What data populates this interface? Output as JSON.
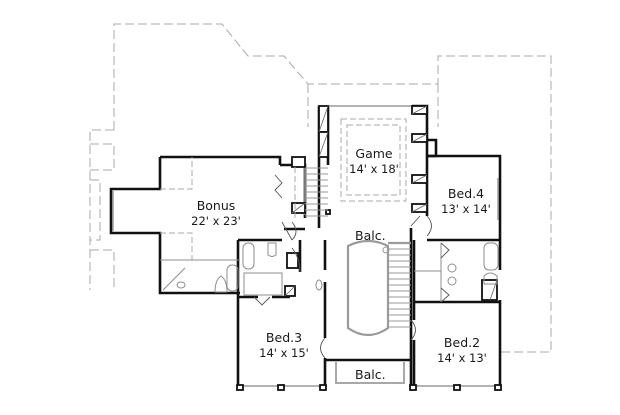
{
  "plan": {
    "type": "second floor plan",
    "rooms": [
      {
        "id": "game",
        "name": "Game",
        "dimensions": "14' x 18'"
      },
      {
        "id": "bonus",
        "name": "Bonus",
        "dimensions": "22' x 23'"
      },
      {
        "id": "bed4",
        "name": "Bed.4",
        "dimensions": "13' x 14'"
      },
      {
        "id": "bed3",
        "name": "Bed.3",
        "dimensions": "14' x 15'"
      },
      {
        "id": "bed2",
        "name": "Bed.2",
        "dimensions": "14' x 13'"
      }
    ],
    "balconies": [
      {
        "id": "balc-upper",
        "label": "Balc."
      },
      {
        "id": "balc-lower",
        "label": "Balc."
      }
    ],
    "colors": {
      "wall": "#111111",
      "roofline_dashed": "#a8a8a8",
      "fixture": "#8c8c8c",
      "background": "#ffffff"
    }
  }
}
